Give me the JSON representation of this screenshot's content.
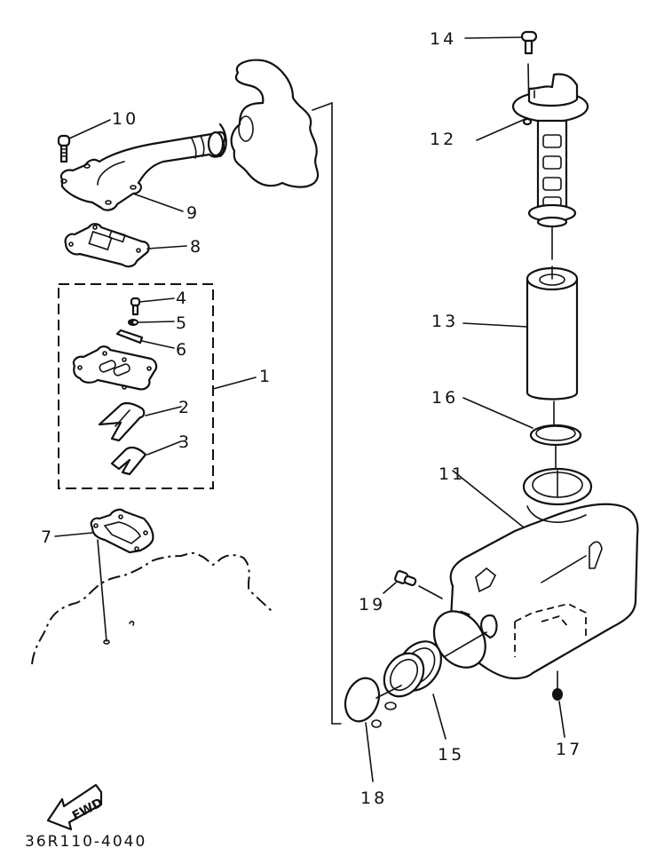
{
  "diagram": {
    "title": "Exploded parts diagram - intake and oil tank",
    "drawing_code": "36R110-4040",
    "direction_marker": "FWD",
    "callouts": [
      {
        "id": "1",
        "label": "1"
      },
      {
        "id": "2",
        "label": "2"
      },
      {
        "id": "3",
        "label": "3"
      },
      {
        "id": "4",
        "label": "4"
      },
      {
        "id": "5",
        "label": "5"
      },
      {
        "id": "6",
        "label": "6"
      },
      {
        "id": "7",
        "label": "7"
      },
      {
        "id": "8",
        "label": "8"
      },
      {
        "id": "9",
        "label": "9"
      },
      {
        "id": "10",
        "label": "10"
      },
      {
        "id": "11",
        "label": "11"
      },
      {
        "id": "12",
        "label": "12"
      },
      {
        "id": "13",
        "label": "13"
      },
      {
        "id": "14",
        "label": "14"
      },
      {
        "id": "15",
        "label": "15"
      },
      {
        "id": "16",
        "label": "16"
      },
      {
        "id": "17",
        "label": "17"
      },
      {
        "id": "18",
        "label": "18"
      },
      {
        "id": "19",
        "label": "19"
      }
    ],
    "line_color": "#111111",
    "background_color": "#ffffff"
  }
}
